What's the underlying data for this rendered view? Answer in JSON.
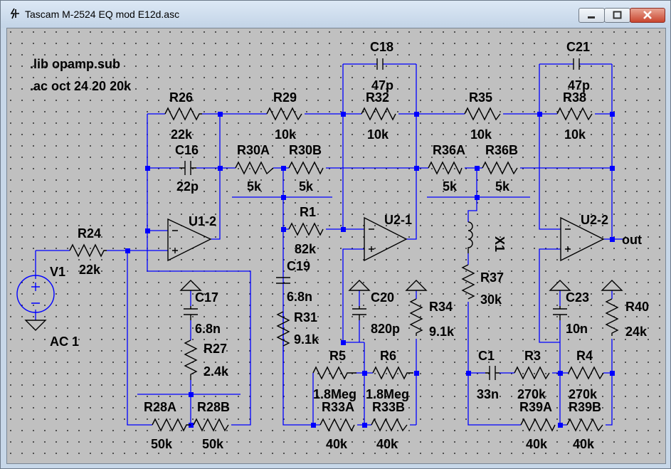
{
  "window": {
    "title": "Tascam M-2524 EQ mod E12d.asc",
    "accent": "#0000ff",
    "canvas_bg": "#c0c0c0",
    "icons": [
      "ltspice-icon",
      "minimize-icon",
      "maximize-icon",
      "close-icon"
    ]
  },
  "directives": {
    "lib": ".lib opamp.sub",
    "ac": ".ac oct 24 20 20k"
  },
  "components": {
    "R26": {
      "name": "R26",
      "value": "22k"
    },
    "R29": {
      "name": "R29",
      "value": "10k"
    },
    "C18": {
      "name": "C18",
      "value": "47p"
    },
    "R32": {
      "name": "R32",
      "value": "10k"
    },
    "R35": {
      "name": "R35",
      "value": "10k"
    },
    "C21": {
      "name": "C21",
      "value": "47p"
    },
    "R38": {
      "name": "R38",
      "value": "10k"
    },
    "C16": {
      "name": "C16",
      "value": "22p"
    },
    "R30A": {
      "name": "R30A",
      "value": "5k"
    },
    "R30B": {
      "name": "R30B",
      "value": "5k"
    },
    "R36A": {
      "name": "R36A",
      "value": "5k"
    },
    "R36B": {
      "name": "R36B",
      "value": "5k"
    },
    "U1": {
      "name": "U1-2"
    },
    "U2a": {
      "name": "U2-1"
    },
    "U2b": {
      "name": "U2-2"
    },
    "R24": {
      "name": "R24",
      "value": "22k"
    },
    "V1": {
      "name": "V1",
      "value": "AC 1"
    },
    "R1": {
      "name": "R1",
      "value": "82k"
    },
    "X1": {
      "name": "X1"
    },
    "C19": {
      "name": "C19",
      "value": "6.8n"
    },
    "R37": {
      "name": "R37",
      "value": "30k"
    },
    "C17": {
      "name": "C17",
      "value": "6.8n"
    },
    "R27": {
      "name": "R27",
      "value": "2.4k"
    },
    "C20": {
      "name": "C20",
      "value": "820p"
    },
    "R34": {
      "name": "R34",
      "value": "9.1k"
    },
    "C23": {
      "name": "C23",
      "value": "10n"
    },
    "R40": {
      "name": "R40",
      "value": "24k"
    },
    "R31": {
      "name": "R31",
      "value": "9.1k"
    },
    "R5": {
      "name": "R5",
      "value": "1.8Meg"
    },
    "R6": {
      "name": "R6",
      "value": "1.8Meg"
    },
    "C1": {
      "name": "C1",
      "value": "33n"
    },
    "R3": {
      "name": "R3",
      "value": "270k"
    },
    "R4": {
      "name": "R4",
      "value": "270k"
    },
    "R33A": {
      "name": "R33A",
      "value": "40k"
    },
    "R33B": {
      "name": "R33B",
      "value": "40k"
    },
    "R39A": {
      "name": "R39A",
      "value": "40k"
    },
    "R39B": {
      "name": "R39B",
      "value": "40k"
    },
    "R28A": {
      "name": "R28A",
      "value": "50k"
    },
    "R28B": {
      "name": "R28B",
      "value": "50k"
    }
  },
  "nets": {
    "output": "out"
  }
}
